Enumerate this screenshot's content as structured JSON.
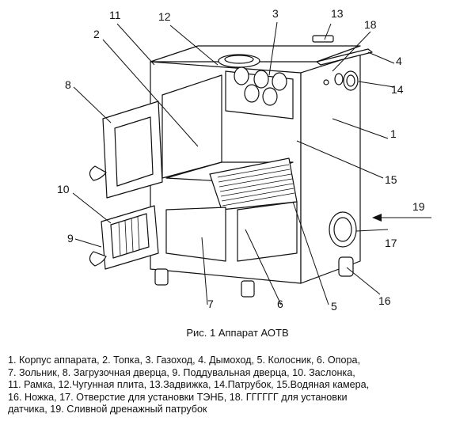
{
  "figure": {
    "caption": "Рис. 1 Аппарат АОТВ",
    "callouts": [
      "1",
      "2",
      "3",
      "4",
      "5",
      "6",
      "7",
      "8",
      "9",
      "10",
      "11",
      "12",
      "13",
      "14",
      "15",
      "16",
      "17",
      "18",
      "19"
    ]
  },
  "legend": {
    "lines": [
      "1. Корпус аппарата, 2. Топка, 3. Газоход, 4. Дымоход, 5. Колосник, 6. Опора,",
      "7. Зольник, 8. Загрузочная дверца, 9.  Поддувальная дверца, 10. Заслонка,",
      "11. Рамка, 12.Чугунная плита, 13.Задвижка, 14.Патрубок, 15.Водяная камера,",
      "16. Ножка, 17. Отверстие для установки ТЭНБ, 18. ГГГГГГ для установки",
      "датчика, 19. Сливной дренажный патрубок"
    ]
  }
}
